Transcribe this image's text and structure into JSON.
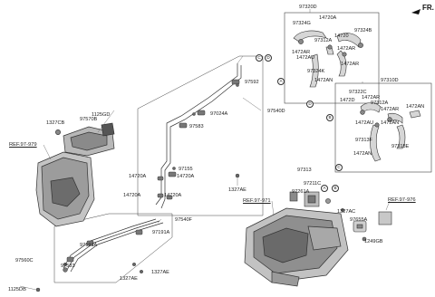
{
  "orientation": {
    "label": "FR."
  },
  "callouts": {
    "a": "A",
    "b": "B",
    "c": "C",
    "d": "D"
  },
  "parts": {
    "p97320D": "97320D",
    "p14720A_top": "14720A",
    "p97324G": "97324G",
    "p97324B": "97324B",
    "p14720_top": "14720",
    "p97312A_top": "97312A",
    "p1472AR_1": "1472AR",
    "p1472AU_1": "1472AU",
    "p1472AR_2": "1472AR",
    "p97324K": "97324K",
    "p1472AN_1": "1472AN",
    "p97310D": "97310D",
    "p97322C": "97322C",
    "p1472AR_3": "1472AR",
    "p1472D": "1472D",
    "p97312A_mid": "97312A",
    "p1472AR_4": "1472AR",
    "p1472AN_2": "1472AN",
    "p1472AU_2": "1472AU",
    "p1472AN_3": "1472AN",
    "p97313F": "97313F",
    "p97318E": "97318E",
    "p1472AN_4": "1472AN",
    "p97592": "97592",
    "p97024A": "97024A",
    "p97583_1": "97583",
    "p97540D": "97540D",
    "p97155": "97155",
    "p14720A_1": "14720A",
    "p14720A_2": "14720A",
    "p14720A_3": "14720A",
    "p14720A_4": "14720A",
    "p1327AE_1": "1327AE",
    "p1125GD": "1125GD",
    "p1327CB": "1327CB",
    "p97570B": "97570B",
    "p97540F": "97540F",
    "p97191A_1": "97191A",
    "p97191A_2": "97191A",
    "p97560C": "97560C",
    "p97583_2": "97583",
    "p1327AE_2": "1327AE",
    "p1327AE_3": "1327AE",
    "p1125DB": "1125DB",
    "p97313": "97313",
    "p97211C": "97211C",
    "p97261A": "97261A",
    "p1327AC": "1327AC",
    "p97655A": "97655A",
    "p1249GB": "1249GB"
  },
  "refs": {
    "ref_979": "REF.97-979",
    "ref_971": "REF.97-971",
    "ref_976": "REF.97-976"
  },
  "colors": {
    "line": "#333333",
    "part_fill": "#cfcfcf",
    "part_dark": "#6e6e6e"
  }
}
